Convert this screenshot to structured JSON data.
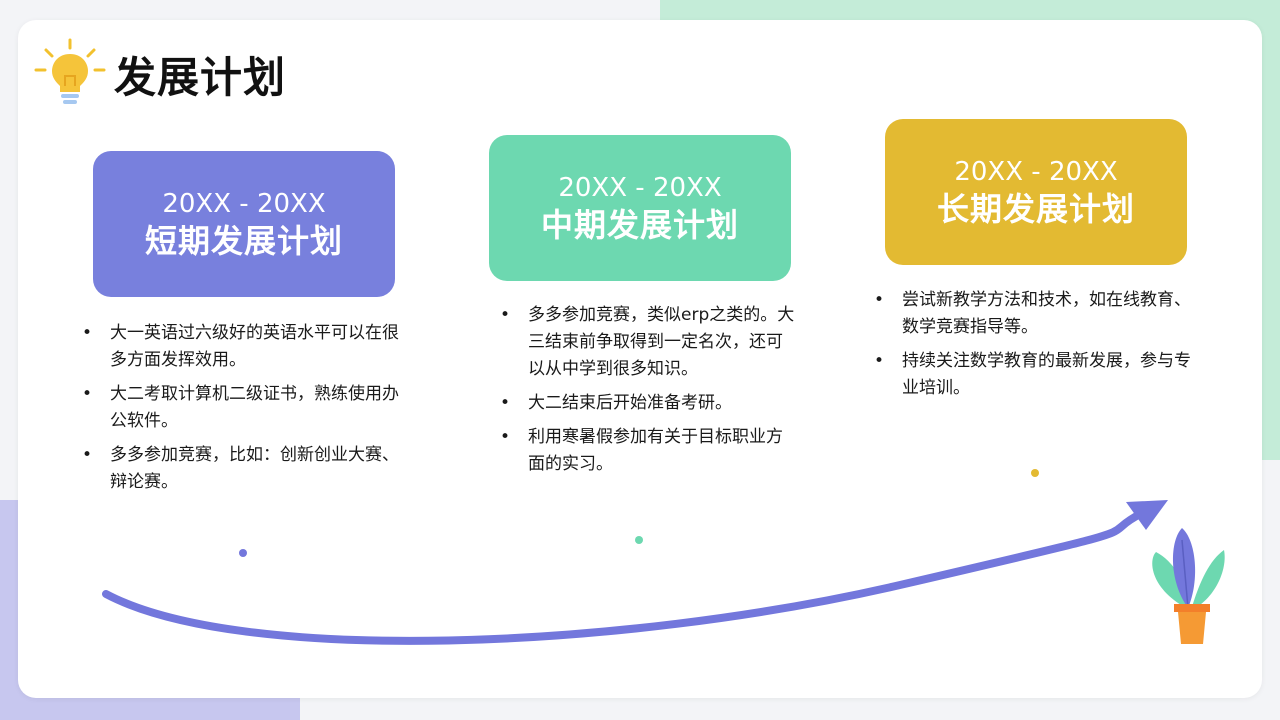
{
  "slide": {
    "title": "发展计划",
    "bulb_icon": "lightbulb-icon",
    "plant_icon": "potted-plant-icon",
    "colors": {
      "short": "#7880dd",
      "mid": "#6dd8b0",
      "long": "#e3ba32",
      "arrow": "#7377dc",
      "background_green": "#c4ecd8",
      "background_purple": "#c7c7ef"
    }
  },
  "stages": [
    {
      "period": "20XX - 20XX",
      "name": "短期发展计划",
      "items": [
        "大一英语过六级好的英语水平可以在很多方面发挥效用。",
        "大二考取计算机二级证书，熟练使用办公软件。",
        "多多参加竞赛，比如：创新创业大赛、辩论赛。"
      ]
    },
    {
      "period": "20XX - 20XX",
      "name": "中期发展计划",
      "items": [
        "多多参加竞赛，类似erp之类的。大三结束前争取得到一定名次，还可以从中学到很多知识。",
        "大二结束后开始准备考研。",
        "利用寒暑假参加有关于目标职业方面的实习。"
      ]
    },
    {
      "period": "20XX - 20XX",
      "name": "长期发展计划",
      "items": [
        "尝试新教学方法和技术，如在线教育、数学竞赛指导等。",
        "持续关注数学教育的最新发展，参与专业培训。"
      ]
    }
  ]
}
